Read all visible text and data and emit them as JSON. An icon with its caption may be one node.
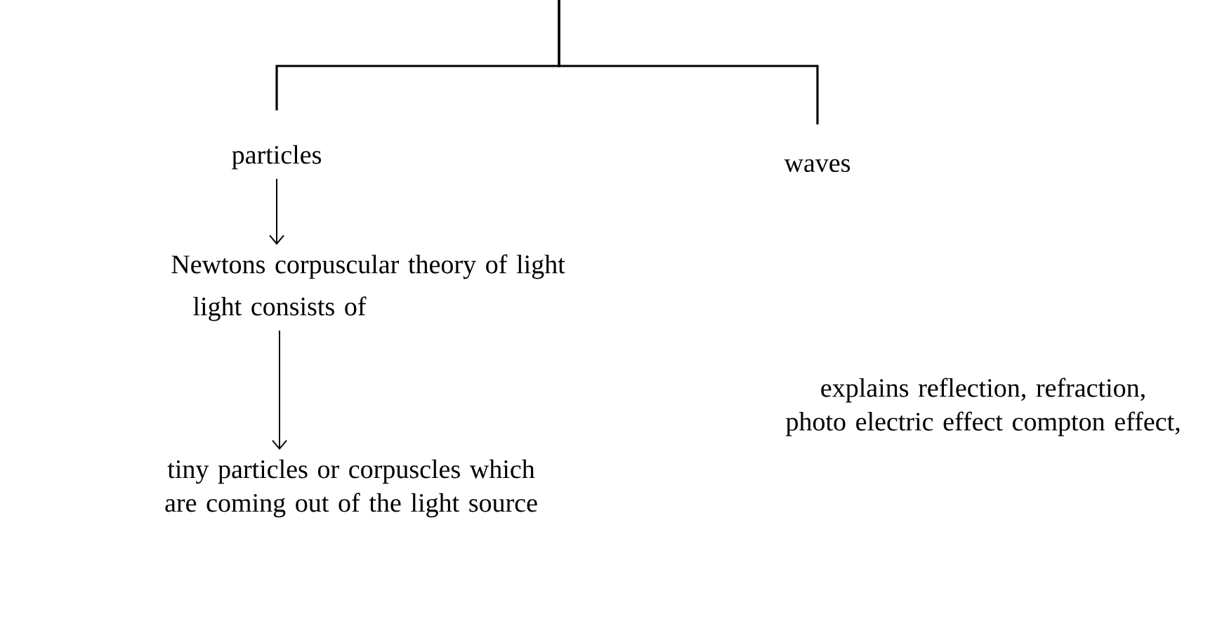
{
  "diagram": {
    "nodes": [
      {
        "text": [
          "particles"
        ]
      },
      {
        "text": [
          "waves"
        ]
      },
      {
        "text": [
          "Newtons corpuscular theory of light"
        ]
      },
      {
        "text": [
          "light consists of"
        ]
      },
      {
        "text": [
          "tiny particles or corpuscles which are coming out of the light source"
        ]
      },
      {
        "text": [
          "explains reflection, refraction, photo electric effect compton effect,"
        ]
      }
    ],
    "edges": [
      {
        "from": null,
        "to": 0,
        "arrow": "none"
      },
      {
        "from": null,
        "to": 1,
        "arrow": "none"
      },
      {
        "from": 0,
        "to": 2,
        "arrow": "to"
      },
      {
        "from": 3,
        "to": 4,
        "arrow": "to"
      }
    ]
  }
}
